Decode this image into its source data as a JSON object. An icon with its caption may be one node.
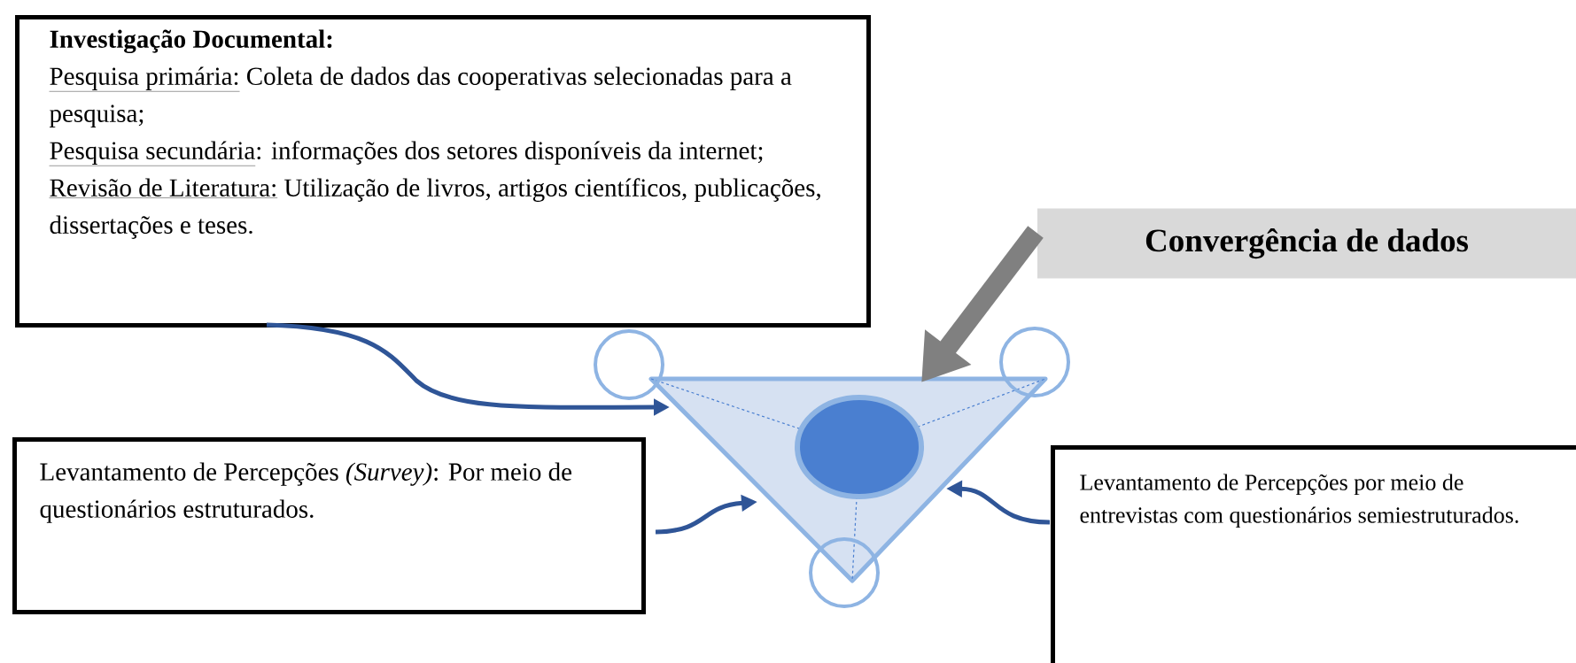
{
  "diagram": {
    "nodes": [
      {
        "text": [
          "Investigação Documental:",
          "Pesquisa primária:",
          "Coleta de dados das cooperativas selecionadas para a pesquisa;",
          "Pesquisa secundária",
          ": informações dos setores disponíveis da internet;",
          "Revisão de Literatura:",
          "Utilização de livros, artigos científicos, publicações, dissertações e teses."
        ]
      },
      {
        "text": [
          "Convergência de dados"
        ]
      },
      {
        "text": [],
        "shape": "triangle"
      },
      {
        "text": [
          "Levantamento de Percepções *(Survey)*: Por meio de questionários estruturados."
        ]
      },
      {
        "text": [
          "Levantamento de Percepções por meio de entrevistas com questionários semiestruturados."
        ]
      }
    ],
    "edges": [
      {
        "from": 0,
        "to": 2,
        "arrow": "to"
      },
      {
        "from": 1,
        "to": 2,
        "arrow": "to",
        "style": "thick",
        "color": "#808080"
      },
      {
        "from": 3,
        "to": 2,
        "arrow": "to"
      },
      {
        "from": 4,
        "to": 2,
        "arrow": "to"
      }
    ]
  }
}
